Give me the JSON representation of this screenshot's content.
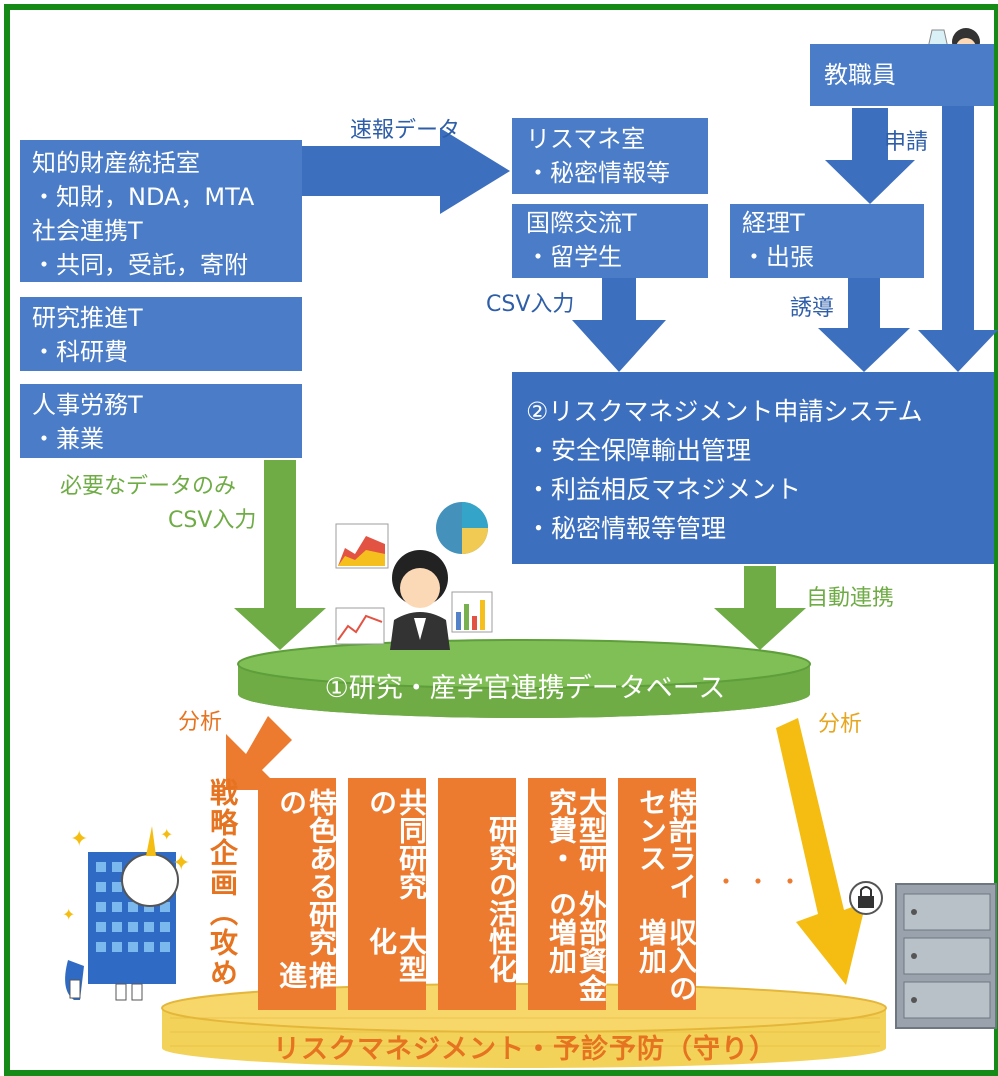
{
  "boxes": {
    "ip_office": {
      "lines": [
        "知的財産統括室",
        "・知財，NDA，MTA",
        "社会連携T",
        "・共同，受託，寄附"
      ]
    },
    "research_promo": {
      "lines": [
        "研究推進T",
        "・科研費"
      ]
    },
    "hr": {
      "lines": [
        "人事労務T",
        "・兼業"
      ]
    },
    "risk_office": {
      "lines": [
        "リスマネ室",
        "・秘密情報等"
      ]
    },
    "intl": {
      "lines": [
        "国際交流T",
        "・留学生"
      ]
    },
    "accounting": {
      "lines": [
        "経理T",
        "・出張"
      ]
    },
    "staff": {
      "lines": [
        "教職員"
      ]
    },
    "system": {
      "lines": [
        "②リスクマネジメント申請システム",
        "・安全保障輸出管理",
        "・利益相反マネジメント",
        "・秘密情報等管理"
      ]
    }
  },
  "labels": {
    "quick_data": "速報データ",
    "csv_input_top": "CSV入力",
    "apply": "申請",
    "guide": "誘導",
    "needed_data_line1": "必要なデータのみ",
    "needed_data_line2": "CSV入力",
    "auto_link": "自動連携",
    "analysis_left": "分析",
    "analysis_right": "分析"
  },
  "database": {
    "label": "①研究・産学官連携データベース"
  },
  "strategy": {
    "label": "戦略企画（攻め"
  },
  "columns": [
    {
      "lines": [
        "特色ある研究の",
        "推進"
      ]
    },
    {
      "lines": [
        "共同研究の",
        "大型化"
      ]
    },
    {
      "lines": [
        "研究の活性化"
      ]
    },
    {
      "lines": [
        "大型研究費・",
        "外部資金の増加"
      ]
    },
    {
      "lines": [
        "特許ライセンス",
        "収入の増加"
      ]
    }
  ],
  "more": "・・・",
  "base": {
    "label": "リスクマネジメント・予診予防（守り）"
  },
  "colors": {
    "blue": "#4a7cc7",
    "dark_blue": "#3d6fbf",
    "green": "#70ad47",
    "orange": "#ec7a2f",
    "yellow": "#f6c445",
    "frame": "#168a16"
  }
}
